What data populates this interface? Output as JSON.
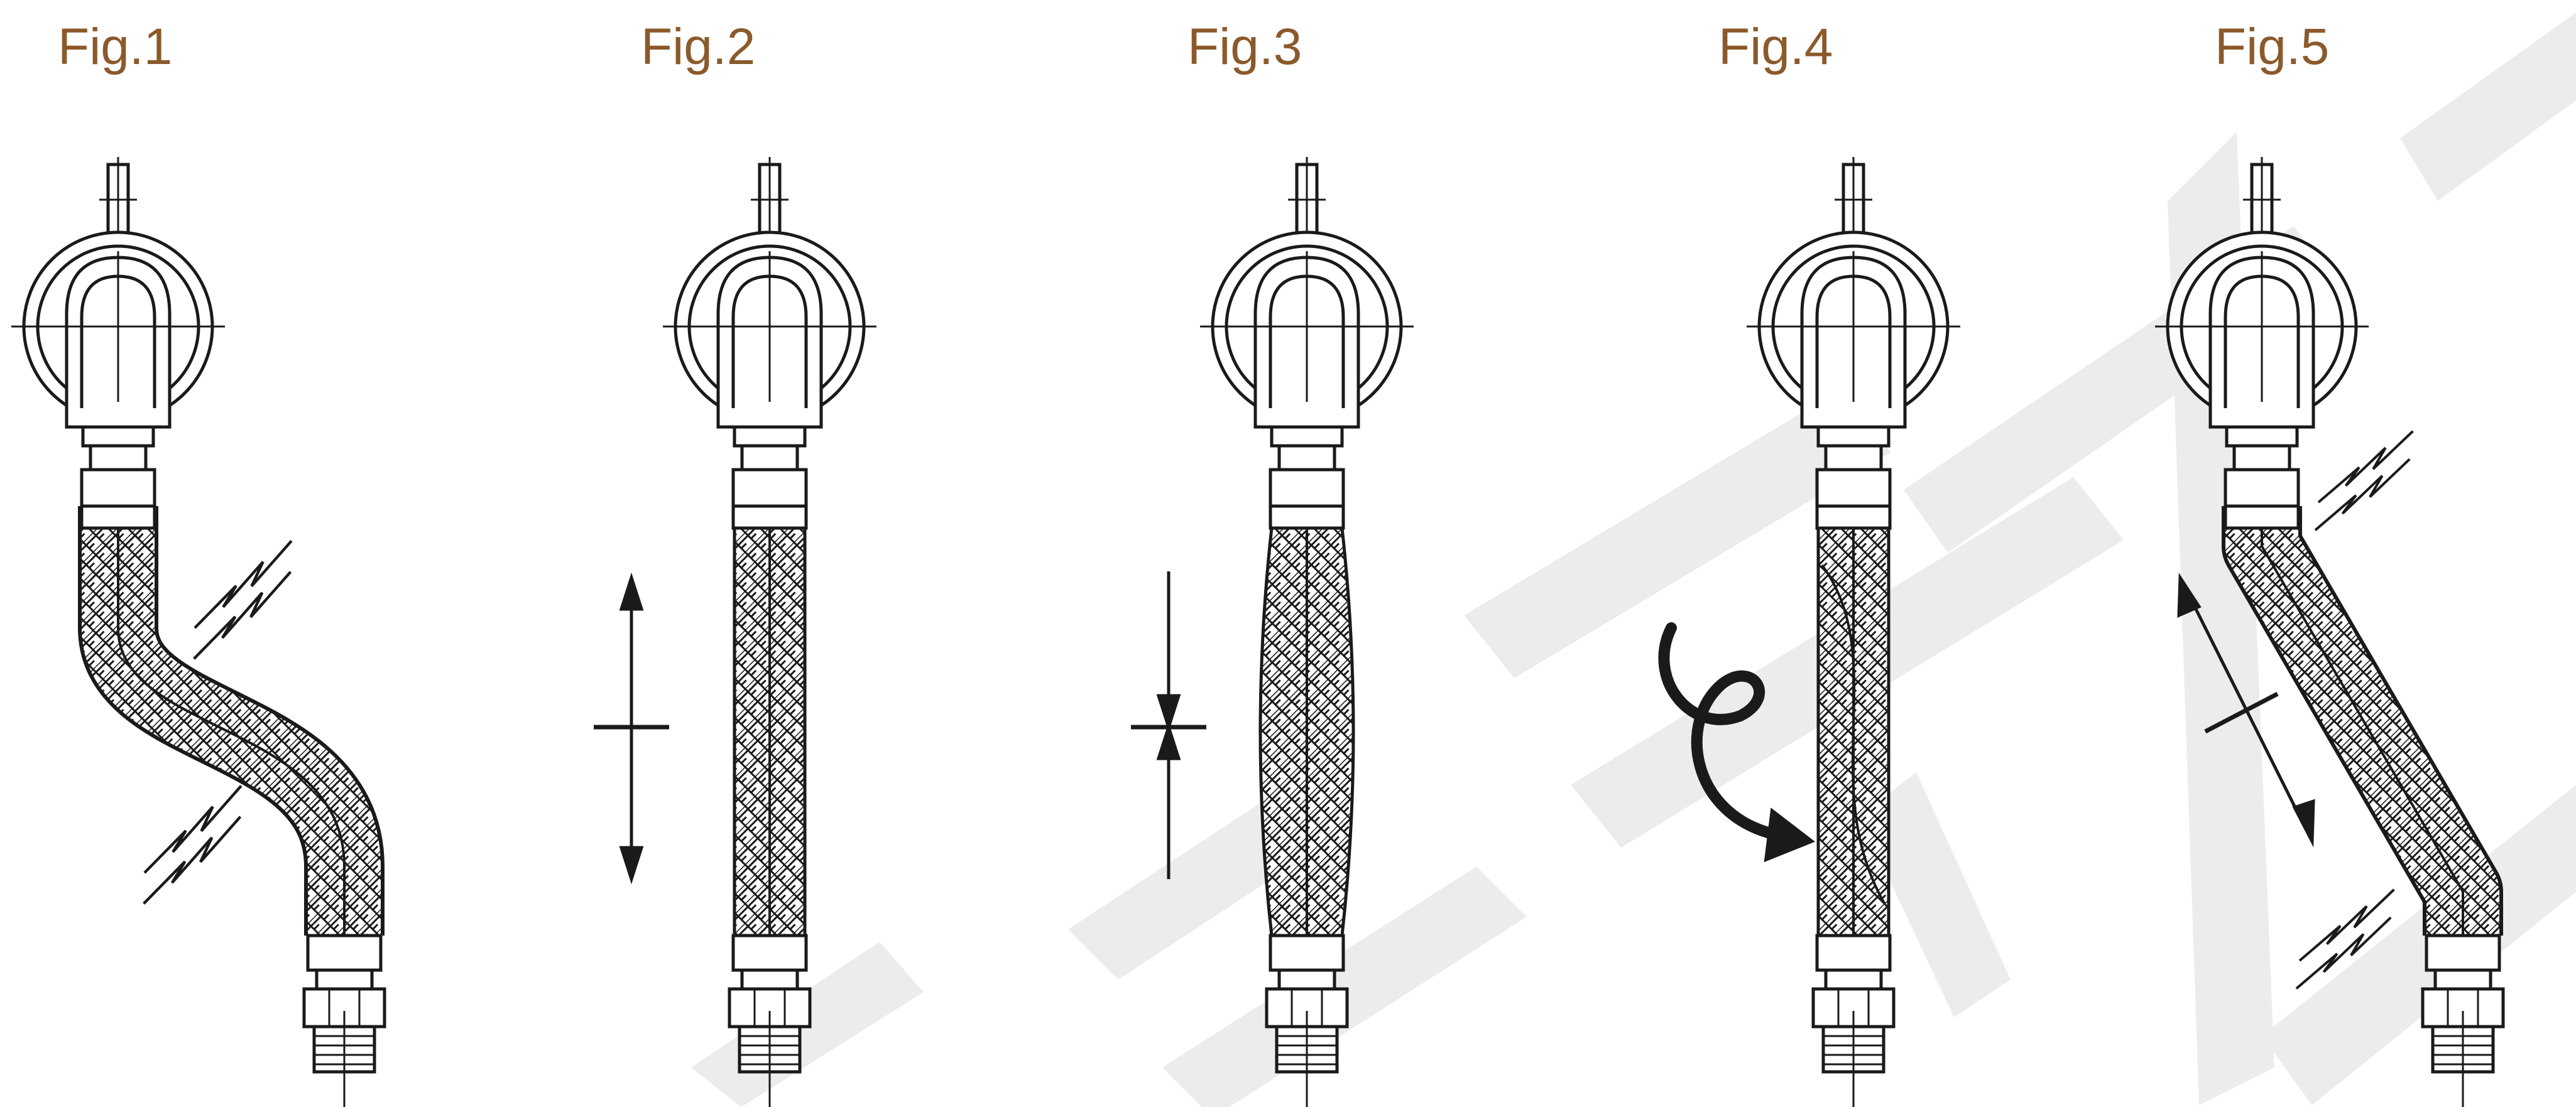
{
  "figures": [
    {
      "label": "Fig.1",
      "type": "lateral-offset"
    },
    {
      "label": "Fig.2",
      "type": "axial-extension"
    },
    {
      "label": "Fig.3",
      "type": "axial-compression"
    },
    {
      "label": "Fig.4",
      "type": "torsion"
    },
    {
      "label": "Fig.5",
      "type": "angular-misalignment"
    }
  ],
  "colors": {
    "label": "#8b5a2b",
    "line": "#1a1a1a",
    "watermark": "#e9e9e9"
  }
}
